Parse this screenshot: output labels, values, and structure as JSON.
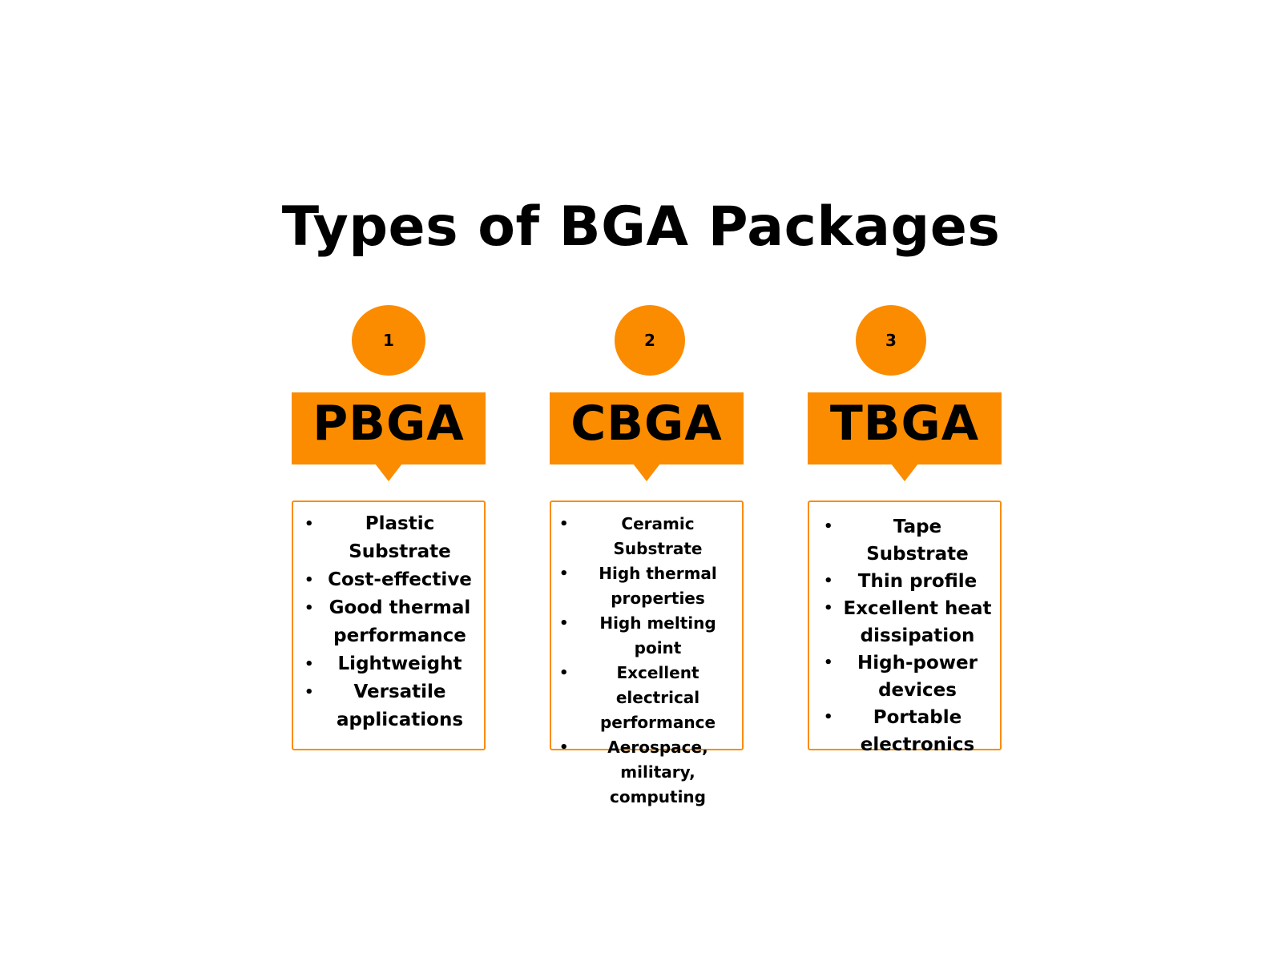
{
  "title": "Types of BGA Packages",
  "accent_color": "#fb8c00",
  "packages": [
    {
      "number": "1",
      "name": "PBGA",
      "features": [
        "Plastic Substrate",
        "Cost-effective",
        "Good thermal performance",
        "Lightweight",
        "Versatile applications"
      ]
    },
    {
      "number": "2",
      "name": "CBGA",
      "features": [
        "Ceramic Substrate",
        "High thermal properties",
        "High melting point",
        "Excellent electrical performance",
        "Aerospace, military, computing"
      ]
    },
    {
      "number": "3",
      "name": "TBGA",
      "features": [
        "Tape Substrate",
        "Thin profile",
        "Excellent heat dissipation",
        "High-power devices",
        "Portable electronics"
      ]
    }
  ]
}
